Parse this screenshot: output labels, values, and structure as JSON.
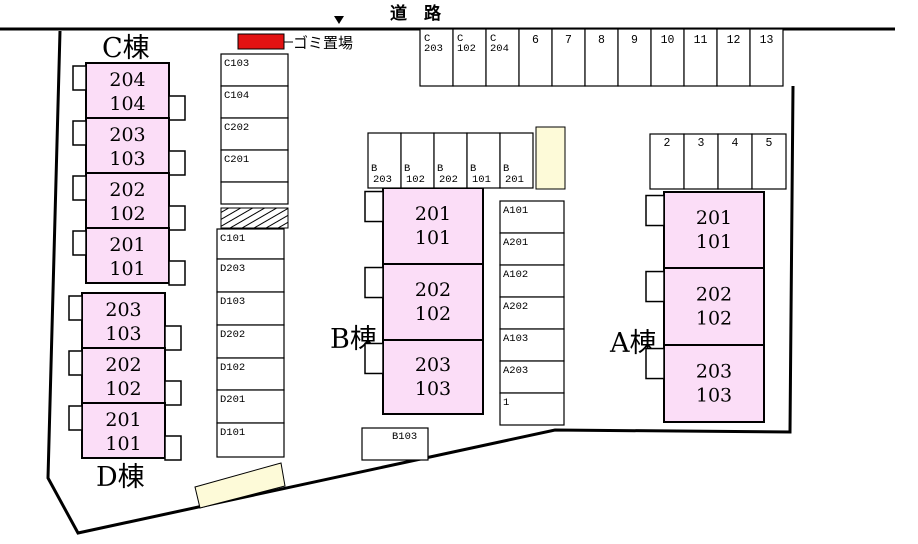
{
  "road": {
    "label": "道　路"
  },
  "garbage": {
    "label": "ゴミ置場",
    "color": "#e31212"
  },
  "buildings": {
    "A": {
      "label": "A棟",
      "units": [
        [
          "201",
          "101"
        ],
        [
          "202",
          "102"
        ],
        [
          "203",
          "103"
        ]
      ]
    },
    "B": {
      "label": "B棟",
      "units": [
        [
          "201",
          "101"
        ],
        [
          "202",
          "102"
        ],
        [
          "203",
          "103"
        ]
      ]
    },
    "C": {
      "label": "C棟",
      "units": [
        [
          "204",
          "104"
        ],
        [
          "203",
          "103"
        ],
        [
          "202",
          "102"
        ],
        [
          "201",
          "101"
        ]
      ]
    },
    "D": {
      "label": "D棟",
      "units": [
        [
          "203",
          "103"
        ],
        [
          "202",
          "102"
        ],
        [
          "201",
          "101"
        ]
      ]
    }
  },
  "parking": {
    "top_row_c": [
      [
        "C",
        "203"
      ],
      [
        "C",
        "102"
      ],
      [
        "C",
        "204"
      ]
    ],
    "top_row_nums": [
      "6",
      "7",
      "8",
      "9",
      "10",
      "11",
      "12",
      "13"
    ],
    "right_row": [
      "2",
      "3",
      "4",
      "5"
    ],
    "b_row": [
      [
        "B",
        "203"
      ],
      [
        "B",
        "102"
      ],
      [
        "B",
        "202"
      ],
      [
        "B",
        "101"
      ],
      [
        "B",
        "201"
      ]
    ],
    "c_column": [
      "C103",
      "C104",
      "C202",
      "C201",
      ""
    ],
    "d_column": [
      "C101",
      "D203",
      "D103",
      "D202",
      "D102",
      "D201",
      "D101"
    ],
    "a_column": [
      "A101",
      "A201",
      "A102",
      "A202",
      "A103",
      "A203",
      "1"
    ],
    "b103": "B103"
  },
  "colors": {
    "unit_fill": "#fbddf7",
    "bike_fill": "#fdfad8",
    "line": "#000000"
  }
}
